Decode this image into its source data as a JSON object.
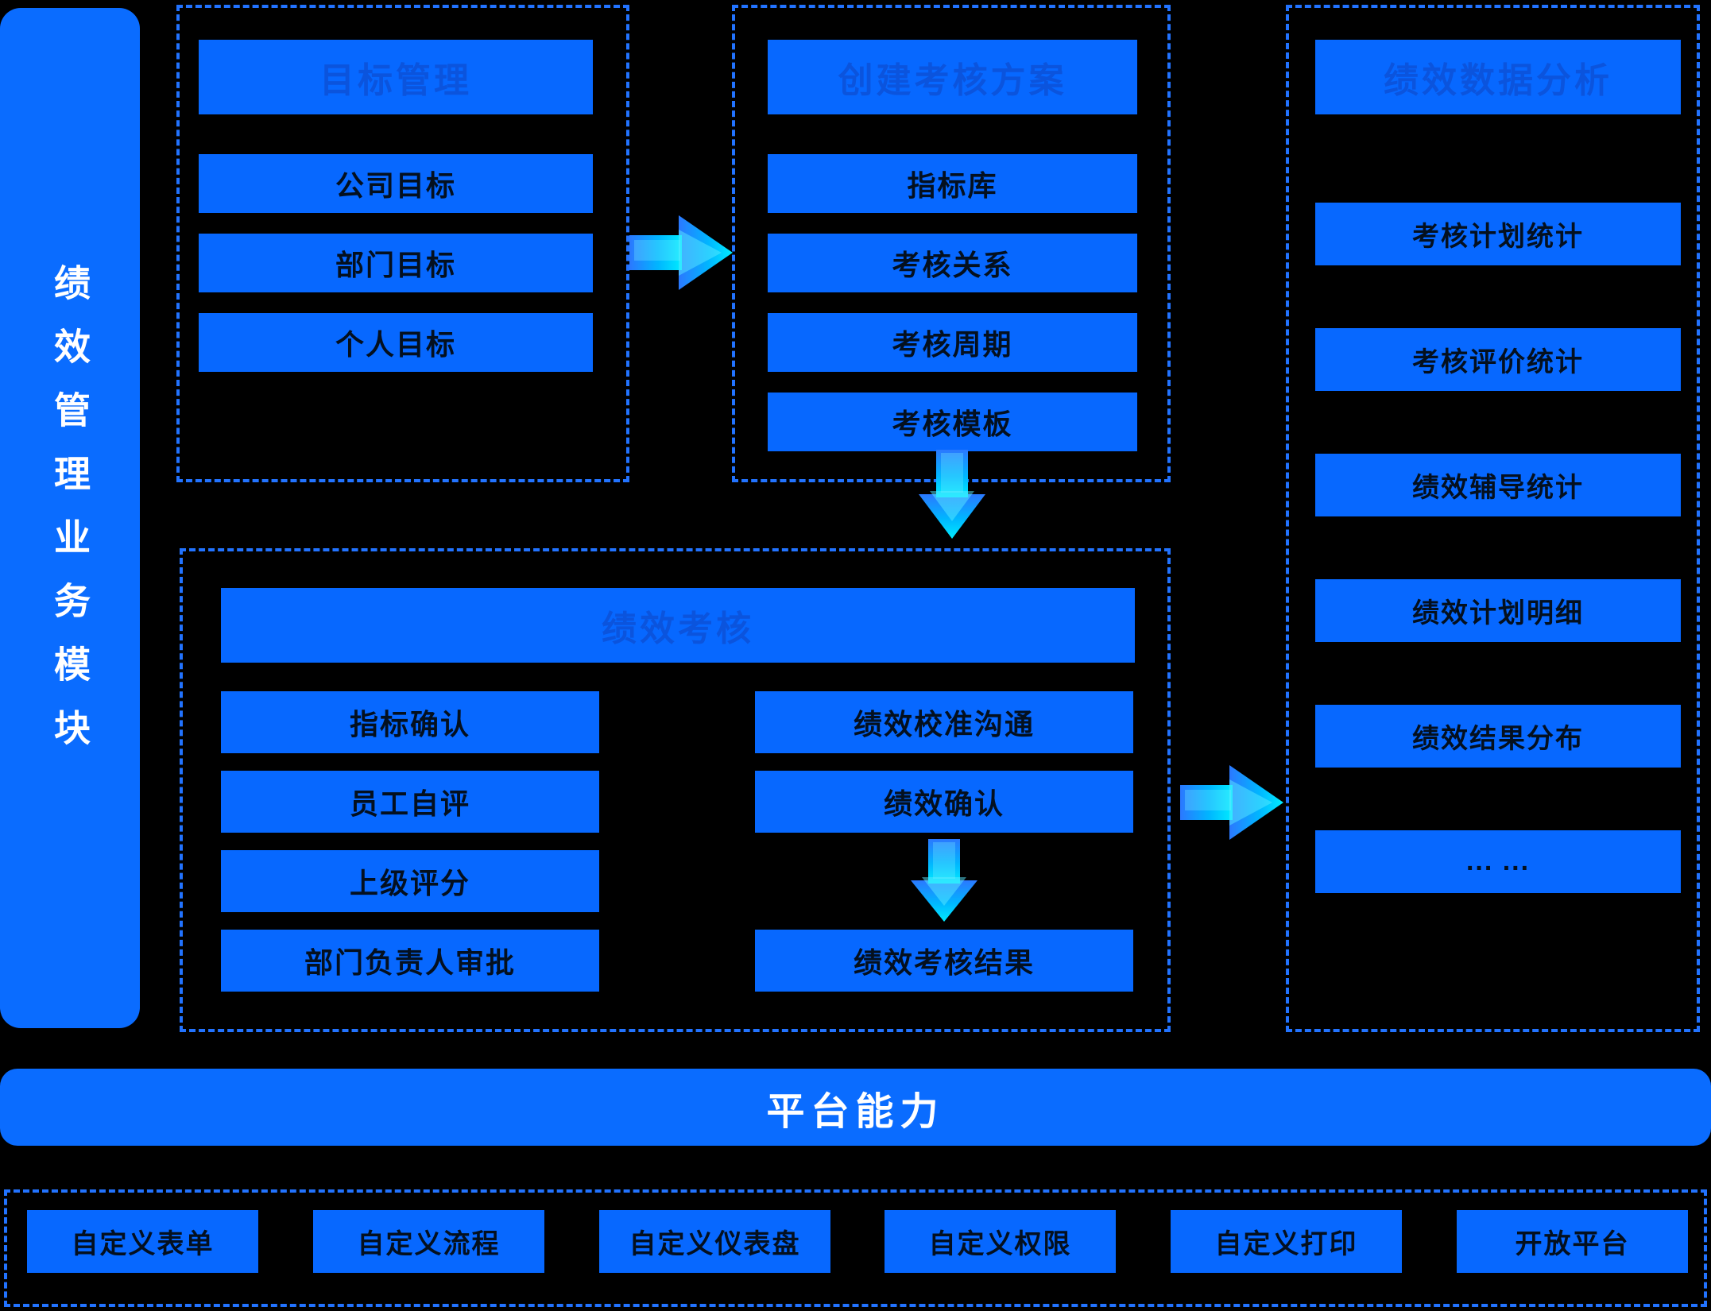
{
  "colors": {
    "background": "#000000",
    "box_blue": "#0768ff",
    "bar_blue": "#0a6cff",
    "dash_blue": "#2273ff",
    "header_text_blue": "#0b54dd",
    "item_text_dark": "#04101f",
    "white": "#ffffff",
    "arrow_blue": "#2b78ff",
    "arrow_cyan": "#00ecff"
  },
  "sidebar": {
    "label": "绩效管理业务模块"
  },
  "groups": {
    "goal": {
      "header": "目标管理",
      "items": [
        "公司目标",
        "部门目标",
        "个人目标"
      ]
    },
    "scheme": {
      "header": "创建考核方案",
      "items": [
        "指标库",
        "考核关系",
        "考核周期",
        "考核模板"
      ]
    },
    "process": {
      "header": "绩效考核",
      "left_items": [
        "指标确认",
        "员工自评",
        "上级评分",
        "部门负责人审批"
      ],
      "right_items": [
        "绩效校准沟通",
        "绩效确认"
      ],
      "result_item": "绩效考核结果"
    },
    "analysis": {
      "header": "绩效数据分析",
      "items": [
        "考核计划统计",
        "考核评价统计",
        "绩效辅导统计",
        "绩效计划明细",
        "绩效结果分布",
        "... ..."
      ]
    }
  },
  "platform": {
    "label": "平台能力"
  },
  "capabilities": {
    "items": [
      "自定义表单",
      "自定义流程",
      "自定义仪表盘",
      "自定义权限",
      "自定义打印",
      "开放平台"
    ]
  }
}
